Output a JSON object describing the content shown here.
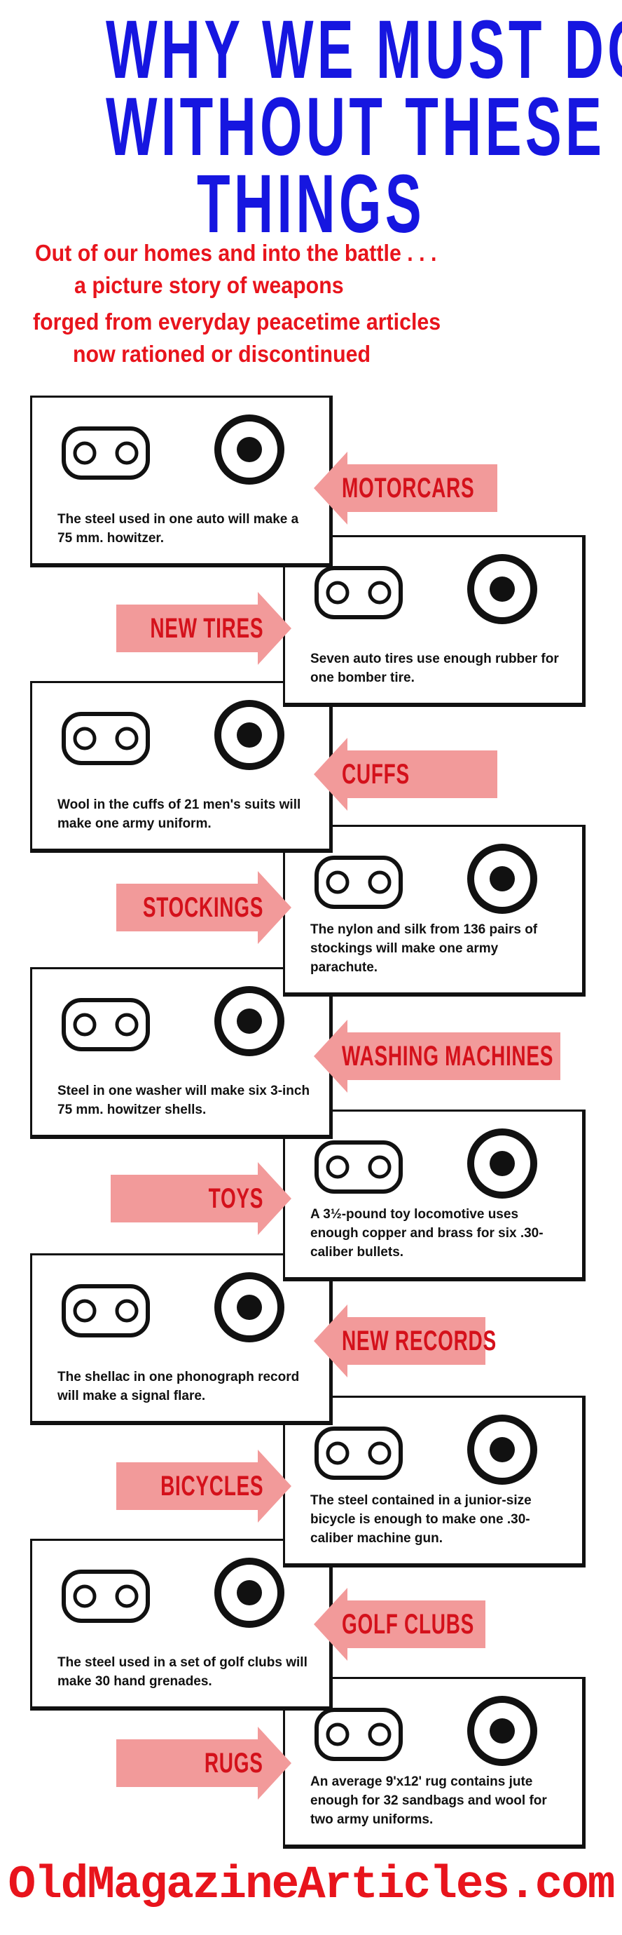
{
  "title": [
    "WHY WE MUST DO",
    "WITHOUT THESE",
    "THINGS"
  ],
  "subtitle": [
    "Out of our homes and into the battle . . .",
    "a picture story of weapons",
    "forged from everyday peacetime articles",
    "now rationed or discontinued"
  ],
  "panels": [
    {
      "label": "MOTORCARS",
      "caption": "The steel used in one auto will make a 75 mm. howitzer.",
      "icons": [
        "car-icon",
        "howitzer-icon"
      ]
    },
    {
      "label": "NEW TIRES",
      "caption": "Seven auto tires use enough rubber for one bomber tire.",
      "icons": [
        "tire-stack-icon",
        "bomber-tire-icon"
      ]
    },
    {
      "label": "CUFFS",
      "caption": "Wool in the cuffs of 21 men's suits will make one army uniform.",
      "icons": [
        "trouser-cuffs-icon",
        "soldier-uniform-icon"
      ]
    },
    {
      "label": "STOCKINGS",
      "caption": "The nylon and silk from 136 pairs of stockings will make one army parachute.",
      "icons": [
        "stocking-icon",
        "parachute-icon"
      ]
    },
    {
      "label": "WASHING MACHINES",
      "caption": "Steel in one washer will make six 3-inch 75 mm. howitzer shells.",
      "icons": [
        "washing-machine-icon",
        "shells-icon"
      ]
    },
    {
      "label": "TOYS",
      "caption": "A 3½-pound toy locomotive uses enough copper and brass for six .30-caliber bullets.",
      "icons": [
        "toy-locomotive-icon",
        "bullets-icon"
      ]
    },
    {
      "label": "NEW RECORDS",
      "caption": "The shellac in one phonograph record will make a signal flare.",
      "icons": [
        "phonograph-icon",
        "signal-flare-icon"
      ]
    },
    {
      "label": "BICYCLES",
      "caption": "The steel contained in a junior-size bicycle is enough to make one .30-caliber machine gun.",
      "icons": [
        "bicycle-icon",
        "machine-gun-icon"
      ]
    },
    {
      "label": "GOLF CLUBS",
      "caption": "The steel used in a set of golf clubs will make 30 hand grenades.",
      "icons": [
        "golf-clubs-icon",
        "grenades-icon"
      ]
    },
    {
      "label": "RUGS",
      "caption": "An average 9'x12' rug contains jute enough for 32 sandbags and wool for two army uniforms.",
      "icons": [
        "rug-icon",
        "sandbags-icon"
      ]
    }
  ],
  "footer": "OldMagazineArticles.com"
}
